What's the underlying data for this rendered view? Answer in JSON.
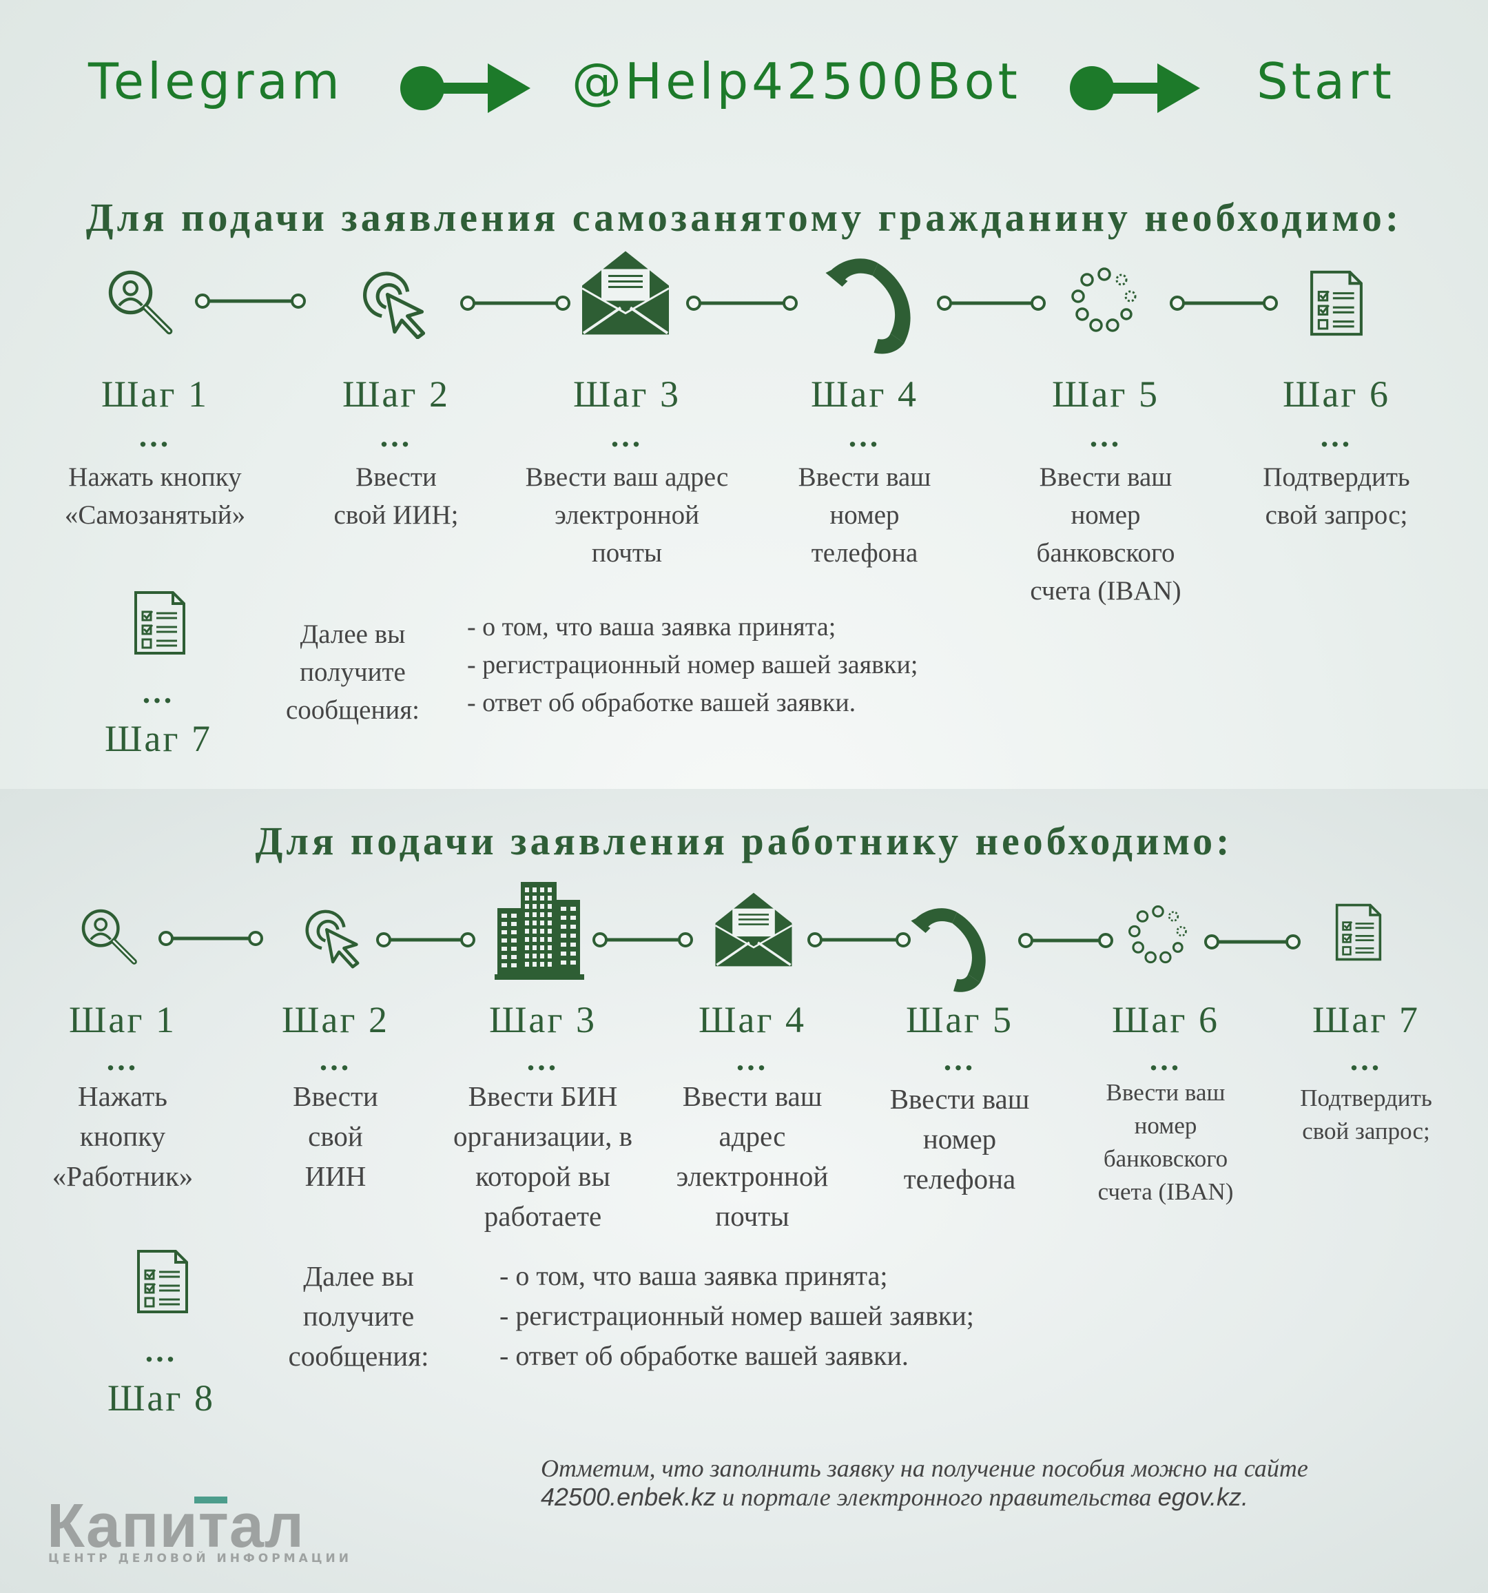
{
  "top": {
    "telegram": "Telegram",
    "bot": "@Help42500Bot",
    "start": "Start"
  },
  "colors": {
    "accent": "#1d7a2a",
    "heading": "#2f5e37",
    "icon": "#2e5e34"
  },
  "section1": {
    "heading": "Для подачи заявления самозанятому гражданину необходимо:",
    "steps": [
      {
        "label": "Шаг 1",
        "icon": "search-icon",
        "desc": [
          "Нажать кнопку",
          "«Самозанятый»"
        ]
      },
      {
        "label": "Шаг 2",
        "icon": "click-icon",
        "desc": [
          "Ввести",
          "свой ИИН;"
        ]
      },
      {
        "label": "Шаг 3",
        "icon": "envelope-icon",
        "desc": [
          "Ввести ваш адрес",
          "электронной",
          "почты"
        ]
      },
      {
        "label": "Шаг 4",
        "icon": "phone-icon",
        "desc": [
          "Ввести ваш",
          "номер",
          "телефона"
        ]
      },
      {
        "label": "Шаг 5",
        "icon": "loading-icon",
        "desc": [
          "Ввести ваш",
          "номер",
          "банковского",
          "счета (IBAN)"
        ]
      },
      {
        "label": "Шаг 6",
        "icon": "checklist-icon",
        "desc": [
          "Подтвердить",
          "свой запрос;"
        ]
      }
    ],
    "final_step": {
      "label": "Шаг 7",
      "icon": "checklist-icon"
    },
    "dots": "...",
    "messages_label": [
      "Далее вы",
      "получите",
      "сообщения:"
    ],
    "messages": [
      "- о том, что ваша заявка принята;",
      "- регистрационный номер вашей заявки;",
      "- ответ об обработке вашей заявки."
    ]
  },
  "section2": {
    "heading": "Для подачи заявления работнику необходимо:",
    "steps": [
      {
        "label": "Шаг 1",
        "icon": "search-icon",
        "desc": [
          "Нажать",
          "кнопку",
          "«Работник»"
        ]
      },
      {
        "label": "Шаг 2",
        "icon": "click-icon",
        "desc": [
          "Ввести",
          "свой",
          "ИИН"
        ]
      },
      {
        "label": "Шаг 3",
        "icon": "building-icon",
        "desc": [
          "Ввести БИН",
          "организации, в",
          "которой вы",
          "работаете"
        ]
      },
      {
        "label": "Шаг 4",
        "icon": "envelope-icon",
        "desc": [
          "Ввести ваш",
          "адрес",
          "электронной",
          "почты"
        ]
      },
      {
        "label": "Шаг 5",
        "icon": "phone-icon",
        "desc": [
          "Ввести ваш",
          "номер",
          "телефона"
        ]
      },
      {
        "label": "Шаг 6",
        "icon": "loading-icon",
        "desc": [
          "Ввести ваш",
          "номер",
          "банковского",
          "счета (IBAN)"
        ]
      },
      {
        "label": "Шаг 7",
        "icon": "checklist-icon",
        "desc": [
          "Подтвердить",
          "свой запрос;"
        ]
      }
    ],
    "final_step": {
      "label": "Шаг 8",
      "icon": "checklist-icon"
    },
    "dots": "...",
    "messages_label": [
      "Далее вы",
      "получите",
      "сообщения:"
    ],
    "messages": [
      "- о том, что ваша заявка принята;",
      "- регистрационный номер вашей заявки;",
      "- ответ об обработке вашей заявки."
    ]
  },
  "footnote": {
    "line1": "Отметим, что заполнить заявку на получение пособия можно на сайте",
    "site1": "42500.enbek.kz",
    "line2_mid": " и портале электронного правительства ",
    "site2": "egov.kz."
  },
  "logo": {
    "name": "Капитал",
    "subtitle": "ЦЕНТР ДЕЛОВОЙ ИНФОРМАЦИИ"
  }
}
